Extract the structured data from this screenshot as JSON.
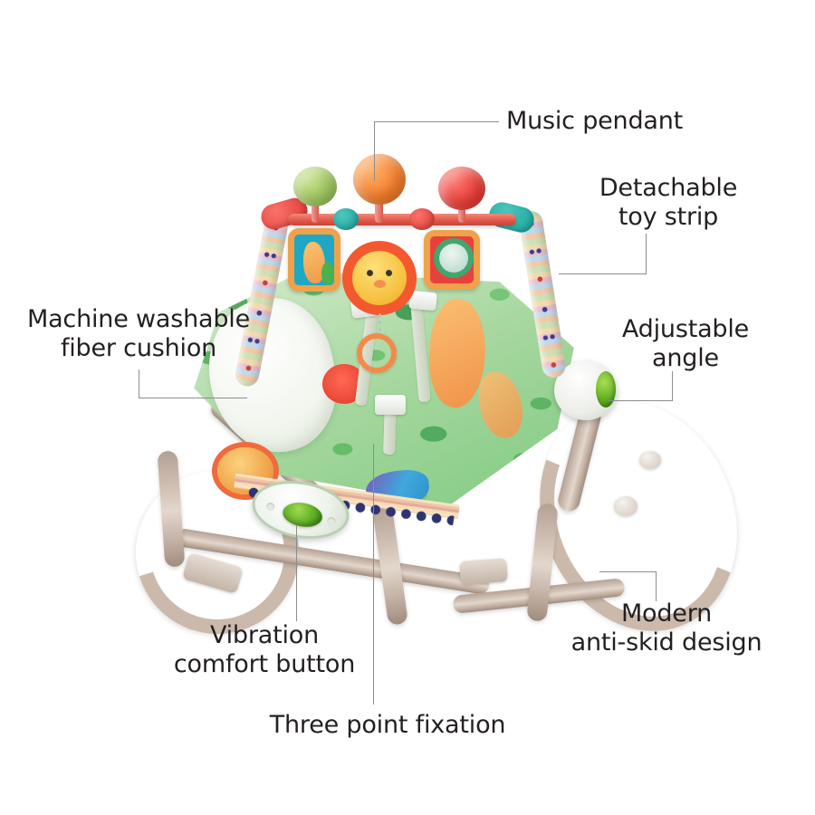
{
  "page": {
    "title": "Baby Rocker Product Features",
    "background_color": "#ffffff",
    "label_color": "#231f20",
    "leader_line_color": "#8d8d8d"
  },
  "callouts": [
    {
      "id": "music-pendant",
      "label": "Music pendant",
      "align": "left",
      "points_to": "orange hanging ball on toy bar"
    },
    {
      "id": "detachable-toy-strip",
      "label": "Detachable\ntoy strip",
      "align": "center",
      "points_to": "striped toy arch right leg"
    },
    {
      "id": "machine-washable-fiber-cushion",
      "label": "Machine washable\nfiber cushion",
      "align": "center",
      "points_to": "seat cushion left edge"
    },
    {
      "id": "adjustable-angle",
      "label": "Adjustable\nangle",
      "align": "center",
      "points_to": "green angle knob on recline hinge"
    },
    {
      "id": "vibration-comfort-button",
      "label": "Vibration\ncomfort button",
      "align": "center",
      "points_to": "green oval button on control pod"
    },
    {
      "id": "modern-anti-skid-design",
      "label": "Modern\nanti-skid design",
      "align": "center",
      "points_to": "rear rocker leg"
    },
    {
      "id": "three-point-fixation",
      "label": "Three point fixation",
      "align": "center",
      "points_to": "harness straps at seat"
    }
  ],
  "product": {
    "name": "infant-toddler-rocker",
    "frame_color": "#cbbaac",
    "seat_color": "#7cc97e",
    "accent_colors": {
      "music_ball_green": "#9fc95f",
      "music_ball_orange": "#f57f2c",
      "music_ball_red": "#ec3f39",
      "toy_bar": "#e2584a",
      "vibration_button": "#58ab22",
      "angle_knob": "#5faf22"
    },
    "toys": [
      {
        "name": "green-rattle-ball",
        "color": "#9fc95f"
      },
      {
        "name": "orange-music-pendant-ball",
        "color": "#f57f2c"
      },
      {
        "name": "red-rattle-ball",
        "color": "#ec3f39"
      },
      {
        "name": "giraffe-picture-frame",
        "color": "#1fa7c4"
      },
      {
        "name": "lion-plush",
        "color": "#f6c13f"
      },
      {
        "name": "lion-picture-frame",
        "color": "#e8413c"
      },
      {
        "name": "orange-teething-ring",
        "color": "#f48a4a"
      }
    ]
  }
}
